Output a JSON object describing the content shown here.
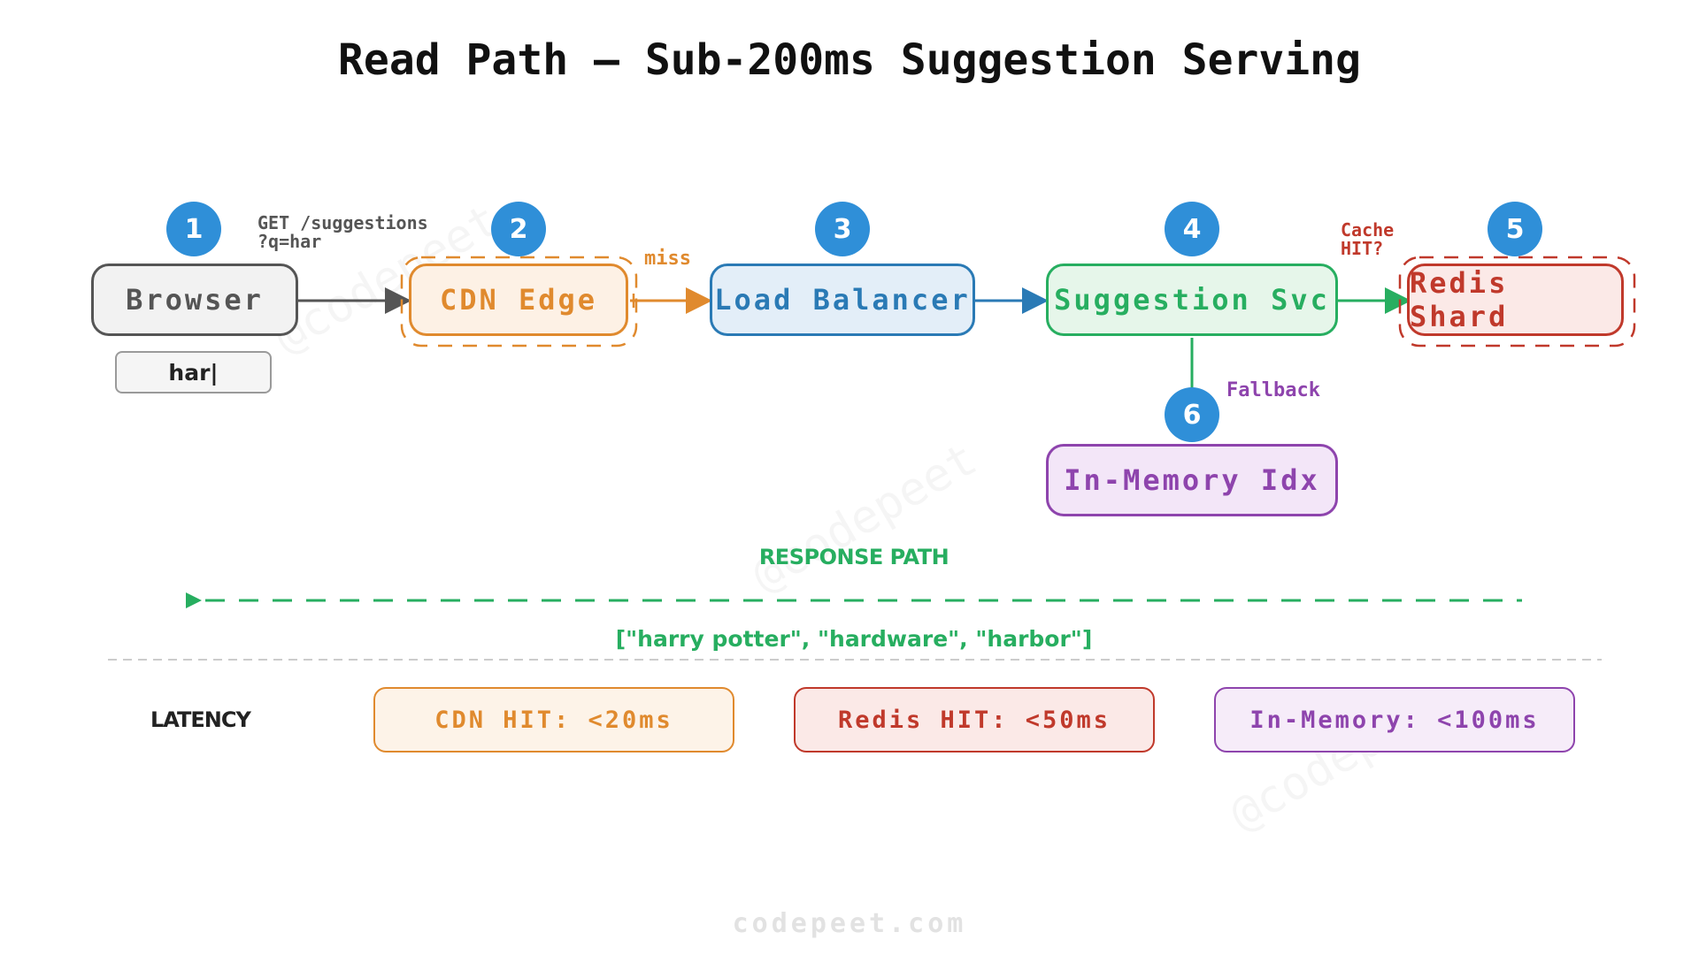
{
  "title": "Read Path — Sub-200ms Suggestion Serving",
  "request": {
    "line1": "GET /suggestions",
    "line2": "?q=har"
  },
  "search_box_value": "har|",
  "steps": [
    "1",
    "2",
    "3",
    "4",
    "5",
    "6"
  ],
  "nodes": {
    "browser": "Browser",
    "cdn": "CDN Edge",
    "lb": "Load Balancer",
    "svc": "Suggestion Svc",
    "redis": "Redis Shard",
    "mem": "In-Memory Idx"
  },
  "edge_labels": {
    "miss": "miss",
    "cache_line1": "Cache",
    "cache_line2": "HIT?",
    "fallback": "Fallback"
  },
  "response": {
    "label": "RESPONSE PATH",
    "payload": "[\"harry potter\", \"hardware\", \"harbor\"]"
  },
  "latency": {
    "label": "LATENCY",
    "items": [
      "CDN HIT: <20ms",
      "Redis HIT: <50ms",
      "In-Memory: <100ms"
    ]
  },
  "watermark": "@codepeet",
  "footer": "codepeet.com",
  "colors": {
    "gray": "#555555",
    "orange": "#e08a2e",
    "blue": "#2a7ab5",
    "green": "#27ae60",
    "red": "#c0392b",
    "purple": "#8e44ad",
    "badge": "#2f8fd8"
  }
}
